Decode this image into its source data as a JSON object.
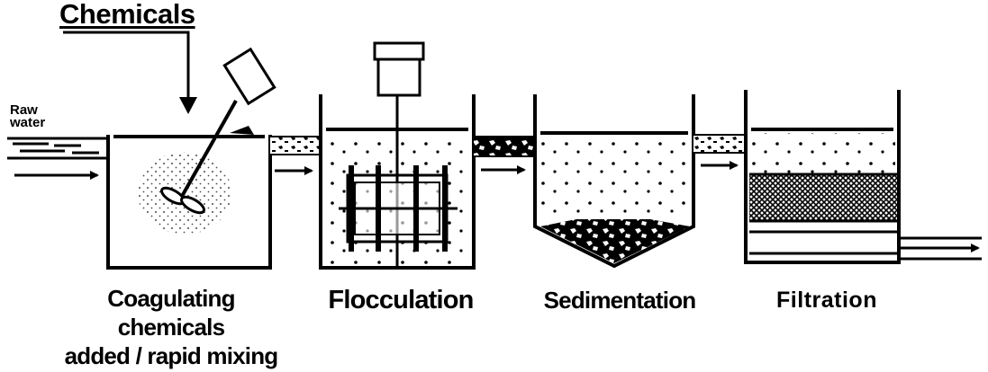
{
  "labels": {
    "chemicals": "Chemicals",
    "raw_water_line1": "Raw",
    "raw_water_line2": "water"
  },
  "stages": [
    {
      "line1": "Coagulating chemicals",
      "line2": "added / rapid mixing"
    },
    {
      "line1": "Flocculation",
      "line2": ""
    },
    {
      "line1": "Sedimentation",
      "line2": ""
    },
    {
      "line1": "Filtration",
      "line2": ""
    }
  ],
  "colors": {
    "ink": "#000000",
    "background": "#ffffff"
  }
}
